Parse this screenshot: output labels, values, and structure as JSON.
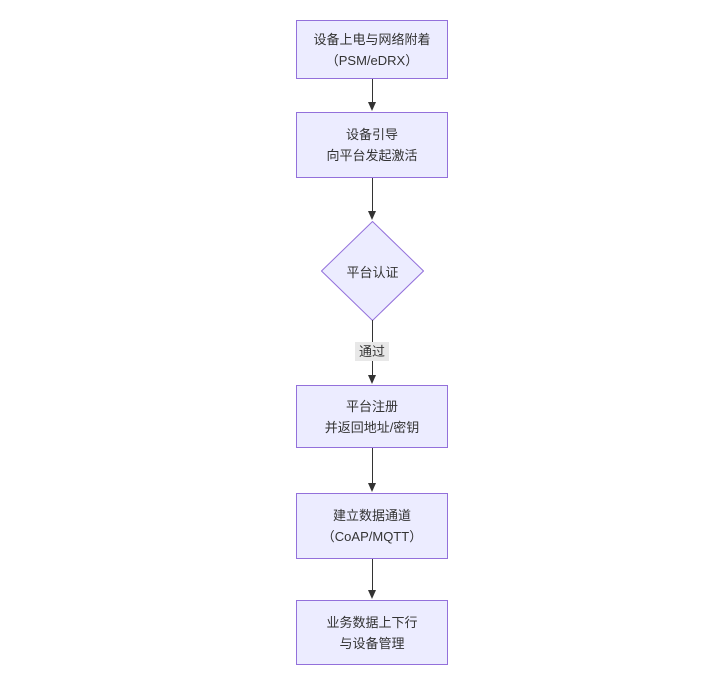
{
  "diagram": {
    "type": "flowchart",
    "direction": "top-down",
    "colors": {
      "background": "#ffffff",
      "node_fill": "#ECECFF",
      "node_border": "#9370DB",
      "edge_color": "#333333",
      "text_color": "#333333",
      "edge_label_bg": "#e8e8e8"
    },
    "nodes": [
      {
        "id": "A",
        "shape": "rect",
        "lines": [
          "设备上电与网络附着",
          "（PSM/eDRX）"
        ]
      },
      {
        "id": "B",
        "shape": "rect",
        "lines": [
          "设备引导",
          "向平台发起激活"
        ]
      },
      {
        "id": "C",
        "shape": "diamond",
        "lines": [
          "平台认证"
        ]
      },
      {
        "id": "D",
        "shape": "rect",
        "lines": [
          "平台注册",
          "并返回地址/密钥"
        ]
      },
      {
        "id": "E",
        "shape": "rect",
        "lines": [
          "建立数据通道",
          "（CoAP/MQTT）"
        ]
      },
      {
        "id": "F",
        "shape": "rect",
        "lines": [
          "业务数据上下行",
          "与设备管理"
        ]
      }
    ],
    "edges": [
      {
        "from": "A",
        "to": "B",
        "label": ""
      },
      {
        "from": "B",
        "to": "C",
        "label": ""
      },
      {
        "from": "C",
        "to": "D",
        "label": "通过"
      },
      {
        "from": "D",
        "to": "E",
        "label": ""
      },
      {
        "from": "E",
        "to": "F",
        "label": ""
      }
    ]
  }
}
